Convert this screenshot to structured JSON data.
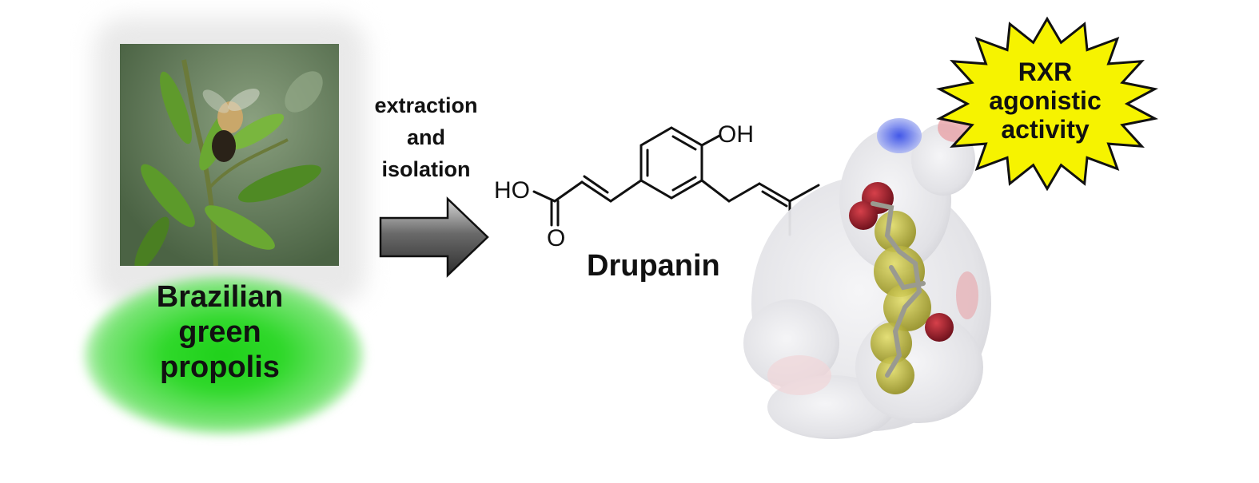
{
  "source": {
    "label_lines": [
      "Brazilian",
      "green",
      "propolis"
    ]
  },
  "process": {
    "label_lines": [
      "extraction",
      "and",
      "isolation"
    ]
  },
  "compound": {
    "name": "Drupanin",
    "atom_labels": {
      "hydroxyl": "OH",
      "acid_hydroxyl": "HO",
      "carbonyl_oxygen": "O"
    }
  },
  "activity": {
    "label_lines": [
      "RXR",
      "agonistic",
      "activity"
    ]
  },
  "colors": {
    "glow_green": "#22d01c",
    "starburst_fill": "#f6f300",
    "arrow_gray": "#4a4a4a",
    "ligand_olive": "#b9b32a",
    "oxygen_red": "#b0202a",
    "surface_blue": "#3b55e0"
  },
  "icons": {
    "photo": "plant-with-bee-photo",
    "arrow": "process-arrow",
    "burst": "starburst-badge"
  }
}
